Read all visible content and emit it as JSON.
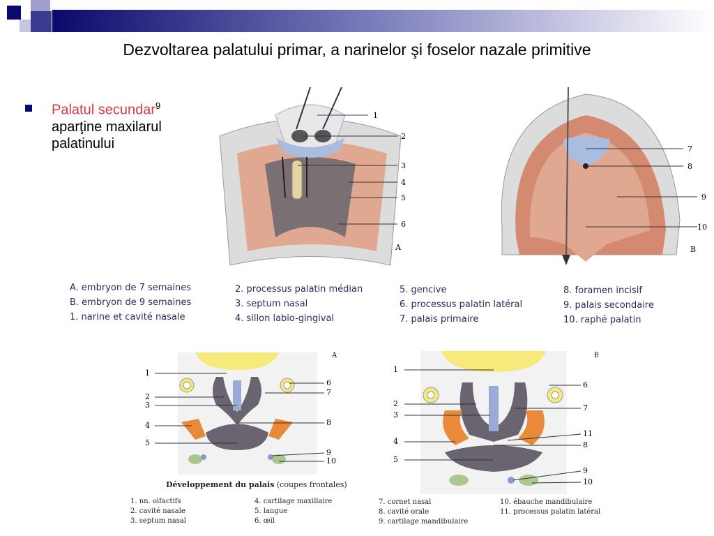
{
  "slide": {
    "title": "Dezvoltarea palatului primar, a narinelor şi foselor nazale primitive",
    "bullet": {
      "accent": "Palatul secundar",
      "sup": "9",
      "line2": "aparţine maxilarul",
      "line3": "palatinului"
    }
  },
  "upper_figure": {
    "label_a": "A",
    "label_b": "B",
    "numbers_a": [
      "1",
      "2",
      "3",
      "4",
      "5",
      "6"
    ],
    "numbers_b": [
      "7",
      "8",
      "9",
      "10"
    ],
    "legend": [
      [
        "A. embryon de 7 semaines",
        "B. embryon de 9 semaines",
        "1. narine et cavité nasale"
      ],
      [
        "2. processus palatin médian",
        "3. septum nasal",
        "4. sillon labio-gingival"
      ],
      [
        "5. gencive",
        "6. processus palatin latéral",
        "7. palais primaire"
      ],
      [
        "8. foramen incisif",
        "9. palais secondaire",
        "10. raphé palatin"
      ]
    ]
  },
  "lower_figure": {
    "label_a": "A",
    "label_b": "B",
    "left_numbers_a": [
      "1",
      "2",
      "3",
      "4",
      "5"
    ],
    "right_numbers_a": [
      "6",
      "7",
      "8",
      "9",
      "10"
    ],
    "left_numbers_b": [
      "1",
      "2",
      "3",
      "4",
      "5"
    ],
    "right_numbers_b": [
      "6",
      "7",
      "11",
      "8",
      "9",
      "10"
    ],
    "title_bold": "Développement du palais",
    "title_rest": "(coupes frontales)",
    "legend": [
      [
        "1. nn. olfactifs",
        "2. cavité nasale",
        "3. septum nasal"
      ],
      [
        "4. cartilage maxillaire",
        "5. langue",
        "6. œil"
      ],
      [
        "7. cornet nasal",
        "8. cavité orale",
        "9. cartilage mandibulaire"
      ],
      [
        "10. ébauche mandibulaire",
        "11. processus palatin latéral"
      ]
    ]
  },
  "colors": {
    "header_navy": "#0a0a6e",
    "accent_red": "#d93a4a",
    "tissue_pink": "#e0a890",
    "septum_blue": "#9aabd8",
    "cartilage_orange": "#e88a3a",
    "bone_gray": "#6a6470",
    "yellow_brain": "#f5ea7a"
  }
}
